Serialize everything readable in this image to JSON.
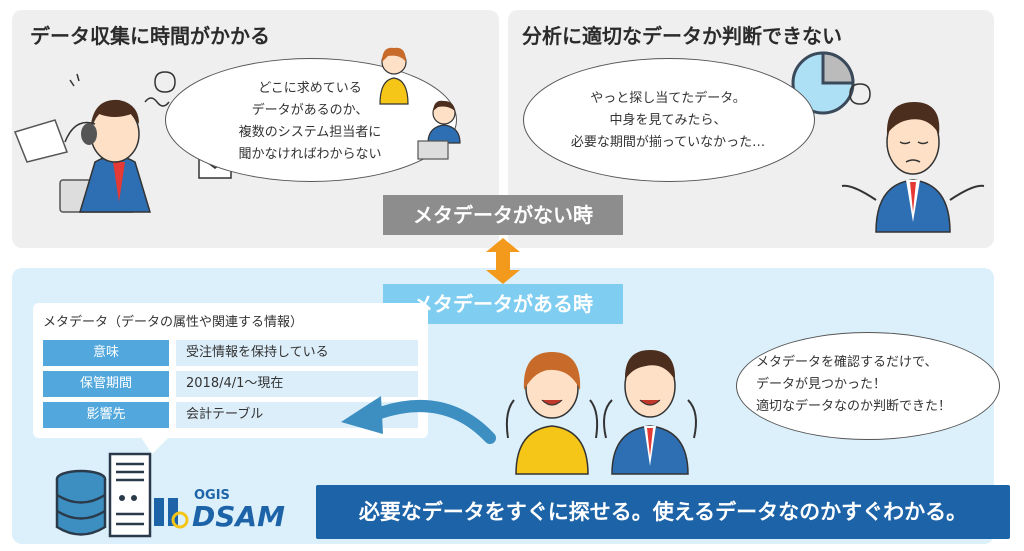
{
  "top_left": {
    "heading": "データ収集に時間がかかる",
    "bubble_lines": [
      "どこに求めている",
      "データがあるのか、",
      "複数のシステム担当者に",
      "聞かなければわからない"
    ]
  },
  "top_right": {
    "heading": "分析に適切なデータか判断できない",
    "bubble_lines": [
      "やっと探し当てたデータ。",
      "中身を見てみたら、",
      "必要な期間が揃っていなかった…"
    ]
  },
  "labels": {
    "no_metadata": "メタデータがない時",
    "has_metadata": "メタデータがある時"
  },
  "metadata_card": {
    "title": "メタデータ（データの属性や関連する情報）",
    "rows": [
      {
        "key": "意味",
        "value": "受注情報を保持している"
      },
      {
        "key": "保管期間",
        "value": "2018/4/1～現在"
      },
      {
        "key": "影響先",
        "value": "会計テーブル"
      }
    ]
  },
  "happy_bubble_lines": [
    "メタデータを確認するだけで、",
    "データが見つかった！",
    "適切なデータなのか判断できた！"
  ],
  "banner": "必要なデータをすぐに探せる。使えるデータなのかすぐわかる。",
  "logo": {
    "brand": "OGIS",
    "product": "DSAM"
  },
  "colors": {
    "accent_blue": "#52a8dd",
    "banner_blue": "#1d63a8",
    "arrow_orange": "#f39a1c",
    "gray_label": "#8d8d8d"
  }
}
